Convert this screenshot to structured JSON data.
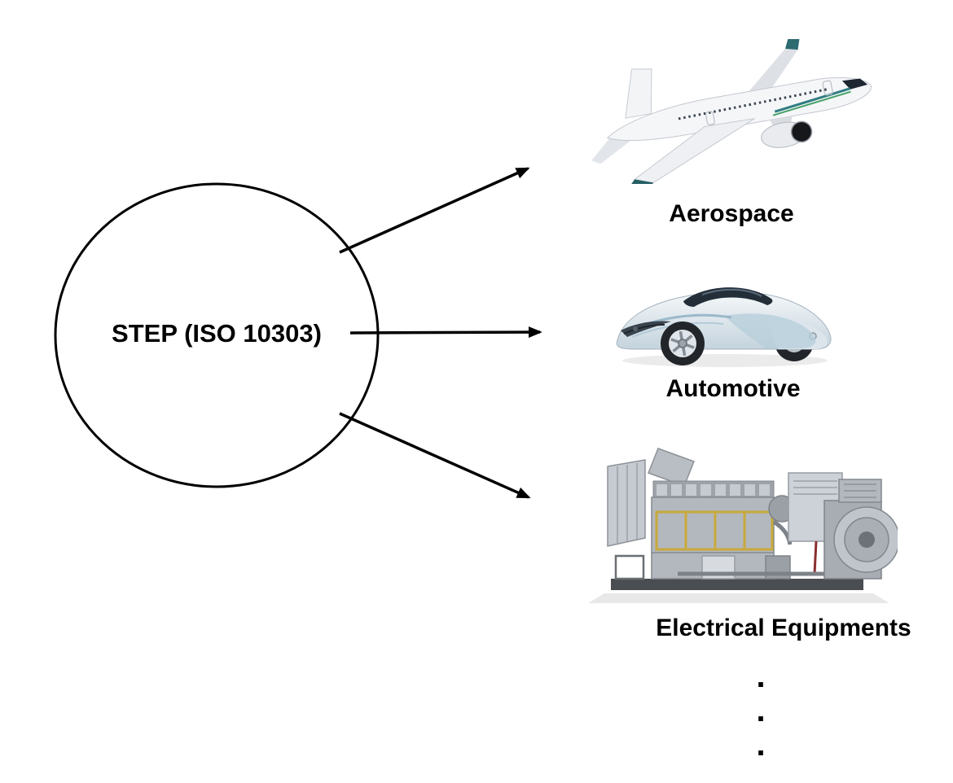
{
  "diagram": {
    "title_context": "STEP standard applied to industries",
    "hub": {
      "label": "STEP (ISO 10303)"
    },
    "industries": [
      {
        "label": "Aerospace",
        "image": "airplane"
      },
      {
        "label": "Automotive",
        "image": "concept-car"
      },
      {
        "label": "Electrical Equipments",
        "image": "industrial-generator"
      }
    ],
    "ellipsis": {
      "glyph": ".",
      "count": 3
    },
    "colors": {
      "ink": "#000000",
      "background": "#ffffff",
      "airplane_winglet_teal": "#2c6b70",
      "airplane_stripe_green": "#46a168",
      "car_accent_blue": "#b6cdda",
      "generator_gray": "#b3b8be",
      "generator_rail_yellow": "#c9a93a"
    }
  }
}
